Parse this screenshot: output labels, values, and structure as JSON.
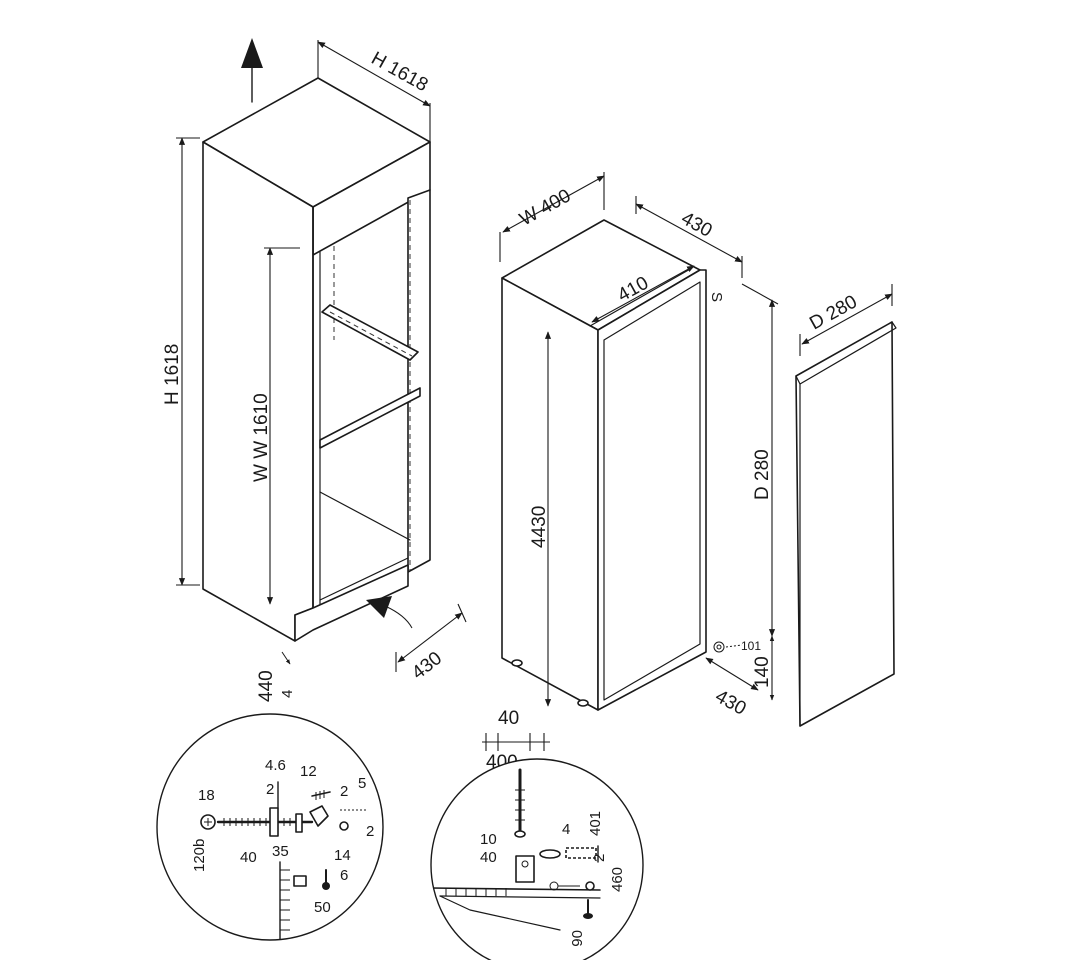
{
  "labels": {
    "cab_height_top": "H 1618",
    "cab_height_side": "H 1618",
    "cab_inner_height": "W W 1610",
    "cab_depth": "430",
    "cab_plinth_a": "440",
    "cab_plinth_b": "4",
    "fr_width": "W 400",
    "fr_depth_top": "430",
    "fr_door_width": "410",
    "fr_hinge_mark": "S",
    "fr_body_height": "4430",
    "fr_side_height": "D 280",
    "fr_foot_height": "140",
    "fr_hinge_callout": "101",
    "fr_depth_bottom": "430",
    "fr_foot_w1": "40",
    "fr_foot_w2": "400",
    "panel_depth": "D 280"
  },
  "detail_left": {
    "a": "18",
    "b": "120b",
    "c": "4.6",
    "d": "12",
    "e": "2",
    "f": "2",
    "g": "5",
    "h": "2",
    "i": "40",
    "j": "35",
    "k": "14",
    "l": "6",
    "m": "50"
  },
  "detail_right": {
    "a": "10",
    "b": "40",
    "c": "4",
    "d": "401",
    "e": "2",
    "f": "460",
    "g": "06"
  }
}
